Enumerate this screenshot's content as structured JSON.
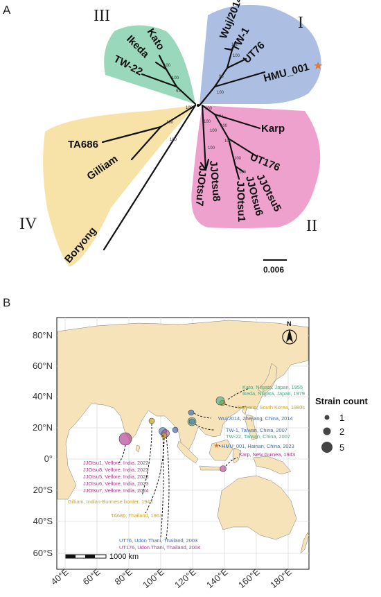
{
  "panelA": {
    "letter": "A",
    "clades": {
      "I": "I",
      "II": "II",
      "III": "III",
      "IV": "IV",
      "colors": {
        "I": "#9db4de",
        "II": "#ee9ccb",
        "III": "#8fd4b4",
        "IV": "#f7e2a2"
      }
    },
    "leaves": {
      "wuj": "Wuj/2014",
      "tw1": "TW-1",
      "ut76": "UT76",
      "hmu": "HMU_001",
      "kato": "Kato",
      "ikeda": "Ikeda",
      "tw22": "TW-22",
      "ta686": "TA686",
      "gilliam": "Gilliam",
      "boryong": "Boryong",
      "karp": "Karp",
      "ut176": "UT176",
      "jjotsu5": "JJOtsu5",
      "jjotsu6": "JJOtsu6",
      "jjotsu1": "JJOtsu1",
      "jjotsu8": "JJOtsu8",
      "jjotsu7": "JJOtsu7"
    },
    "bootstrap": {
      "b1": "100",
      "b2": "100",
      "b3": "98",
      "b4": "100",
      "b5": "100",
      "b6": "100",
      "b7": "92",
      "b8": "100",
      "b9": "100",
      "b10": "100",
      "b11": "100",
      "b12": "100",
      "b13": "100",
      "b14": "100",
      "b15": "100",
      "b16": "74",
      "b17": "100",
      "b18": "100",
      "b19": "100"
    },
    "scale_bar": "0.006",
    "star_color": "#e8772e"
  },
  "panelB": {
    "letter": "B",
    "lat_labels": [
      "80°N",
      "60°N",
      "40°N",
      "20°N",
      "0°",
      "20°S",
      "40°S",
      "60°S"
    ],
    "lon_labels": [
      "40°E",
      "60°E",
      "80°E",
      "100°E",
      "120°E",
      "140°E",
      "160°E",
      "180°E"
    ],
    "north_label": "N",
    "scale_label": "1000 km",
    "legend": {
      "title": "Strain count",
      "items": [
        "1",
        "2",
        "5"
      ]
    },
    "colors": {
      "ocean": "#ffffff",
      "land": "#f7e3b9",
      "teal": "#3fa787",
      "gold": "#c9a524",
      "blue": "#3e6eb8",
      "magenta": "#b0358f"
    },
    "annotations": {
      "kato": "Kato, Niigata, Japan, 1955",
      "ikeda": "Ikeda, Niigata, Japan, 1979",
      "boryong": "Boryong, South Korea, 1980s",
      "wuj": "Wuj/2014, Zhejiang, China, 2014",
      "tw1": "TW-1, Taiwan, China, 2007",
      "tw22": "TW-22, Taiwan, China, 2007",
      "hmu": "HMU_001, Hainan, China, 2023",
      "karp": "Karp, New Guinea, 1943",
      "jj1": "JJOtsu1, Vellore, India, 2022",
      "jj8": "JJOtsu8, Vellore, India, 2023",
      "jj5": "JJOtsu5, Vellore, India, 2023",
      "jj6": "JJOtsu6, Vellore, India, 2023",
      "jj7": "JJOtsu7, Vellore, India, 2024",
      "gilliam": "Gilliam, Indian-Burmese border, 1943",
      "ta686": "TA686, Thailand, 1963",
      "ut76": "UT76, Udon Thani, Thailand, 2003",
      "ut176": "UT176, Udon Thani, Thailand, 2004"
    }
  }
}
